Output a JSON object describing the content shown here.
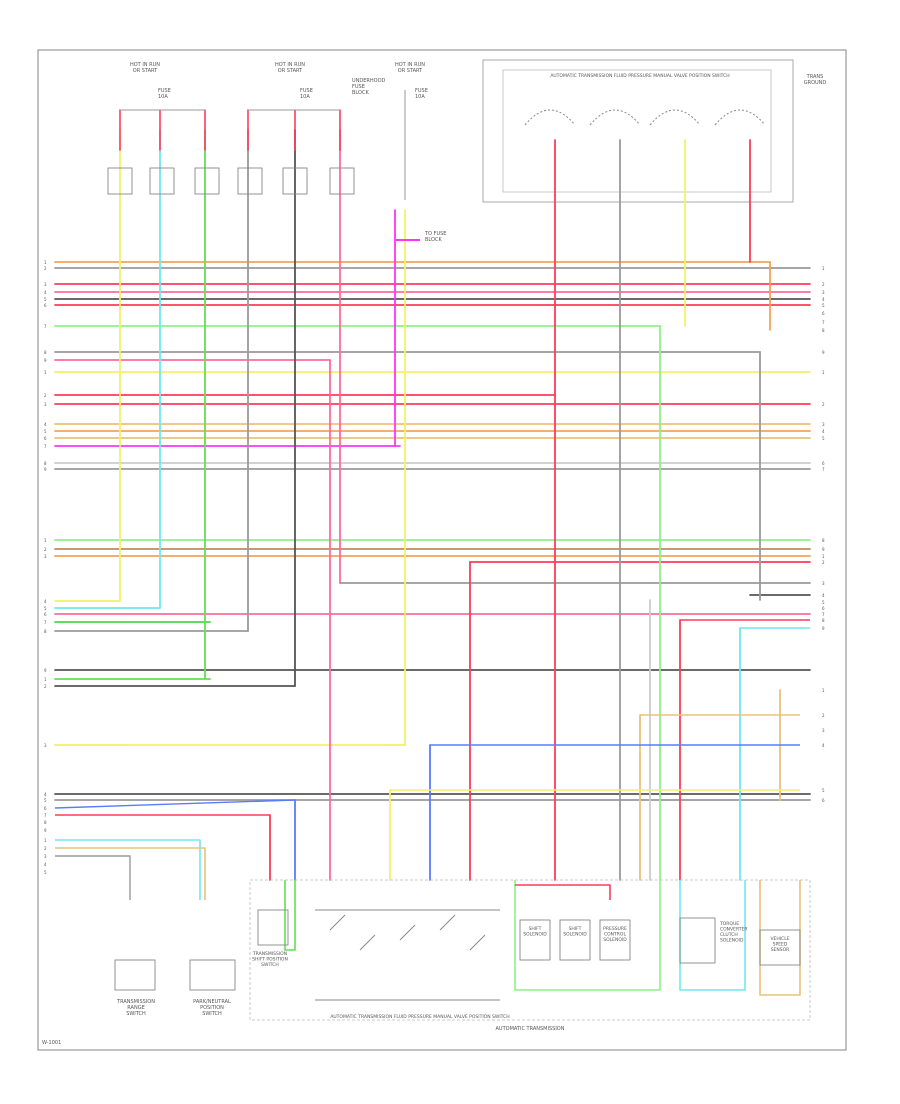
{
  "diagram": {
    "top_labels": {
      "hot_left": "HOT IN RUN\nOR START",
      "hot_mid": "HOT IN RUN\nOR START",
      "hot_right": "HOT IN RUN\nOR START",
      "fuse_a": "FUSE\n10A",
      "fuse_b": "FUSE\n10A",
      "fuse_c": "FUSE\n10A",
      "underhood": "UNDERHOOD\nFUSE\nBLOCK",
      "tcm_box_title": "AUTOMATIC TRANSMISSION FLUID PRESSURE MANUAL VALVE POSITION SWITCH",
      "trans_ground": "TRANS\nGROUND",
      "to_fusebox": "TO FUSE\nBLOCK"
    },
    "bottom_labels": {
      "brake_switch": "TRANSMISSION\nRANGE\nSWITCH",
      "park_neutral": "PARK/NEUTRAL\nPOSITION\nSWITCH",
      "auto_trans": "AUTOMATIC TRANSMISSION",
      "pressure_switch": "AUTOMATIC TRANSMISSION FLUID PRESSURE MANUAL VALVE POSITION SWITCH",
      "solenoid_a": "SHIFT\nSOLENOID",
      "solenoid_b": "SHIFT\nSOLENOID",
      "solenoid_c": "PRESSURE\nCONTROL\nSOLENOID",
      "tcc": "TORQUE\nCONVERTER\nCLUTCH\nSOLENOID",
      "shift_position": "TRANSMISSION\nSHIFT POSITION\nSWITCH",
      "speed_sensor": "VEHICLE\nSPEED\nSENSOR"
    },
    "footer": "W-1001"
  }
}
